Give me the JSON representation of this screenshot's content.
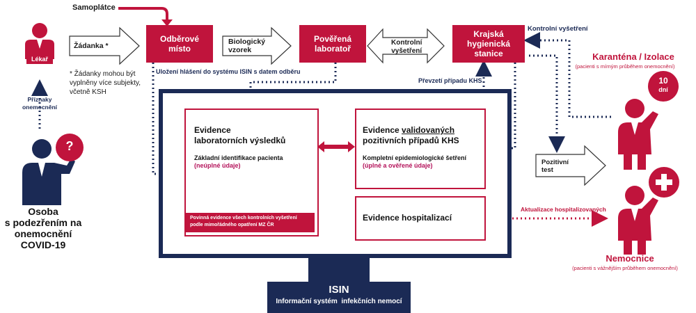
{
  "top": {
    "samoplatce": "Samoplátce",
    "zadanka": "Žádanka *",
    "zadanka_note_lines": [
      "* Žádanky mohou být",
      "vyplněny více subjekty,",
      "včetně KSH"
    ],
    "odberove_misto": [
      "Odběrové",
      "místo"
    ],
    "biologicky_vzorek": [
      "Biologický",
      "vzorek"
    ],
    "poverena_laborator": [
      "Pověřená",
      "laboratoř"
    ],
    "kontrolni_vysetreni_arrow": [
      "Kontrolní",
      "vyšetření"
    ],
    "krajska_stanice": [
      "Krajská",
      "hygienická",
      "stanice"
    ],
    "kontrolni_vysetreni_label": "Kontrolní vyšetření",
    "ulozeni": "Uložení hlášení do systému ISIN s datem odběru",
    "prevzeti": "Převzetí případu KHS"
  },
  "left": {
    "lekar": "Lékař",
    "priznaky": [
      "Příznaky",
      "onemocnění"
    ],
    "question": "?",
    "osoba_lines": [
      "Osoba",
      "s podezřením na",
      "onemocnění",
      "COVID-19"
    ]
  },
  "isin": {
    "box1_title": [
      "Evidence",
      "laboratorních výsledků"
    ],
    "box1_sub": "Základní identifikace pacienta",
    "box1_sub2": "(neúplné údaje)",
    "box1_banner": [
      "Povinná evidence všech kontrolních vyšetření",
      "podle mimořádného opatření MZ ČR"
    ],
    "box2_title_a": "Evidence ",
    "box2_title_u": "validovaných",
    "box2_title_b": "pozitivních případů KHS",
    "box2_sub": "Kompletní epidemiologické šetření",
    "box2_sub2": "(úplné a ověřené údaje)",
    "box3_title": "Evidence hospitalizací",
    "name": "ISIN",
    "fullname": "Informační systém  infekčních nemocí"
  },
  "right": {
    "karantena": "Karanténa / Izolace",
    "karantena_sub": "(pacienti s mírným průběhem onemocnění)",
    "days_num": "10",
    "days_label": "dní",
    "pozitivni_test": [
      "Pozitivní",
      "test"
    ],
    "aktualizace": "Aktualizace hospitalizovaných",
    "nemocnice": "Nemocnice",
    "nemocnice_sub": "(pacienti s vážnějším průběhem onemocnění)"
  },
  "colors": {
    "red": "#c0143c",
    "navy": "#1b2a55",
    "pink": "#b4125a"
  }
}
